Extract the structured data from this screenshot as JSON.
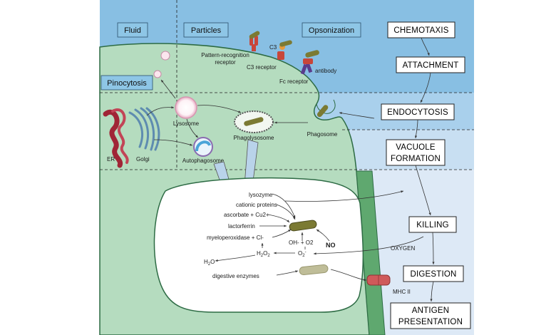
{
  "title": "",
  "colors": {
    "extracellular_top": "#88bfe3",
    "extracellular_mid": "#a9d0ec",
    "extracellular_low": "#dbe8f6",
    "cytoplasm": "#b5dcbf",
    "membrane": "#2d6b44",
    "vacuole": "#ffffff",
    "tag_fill": "#8ec6e6",
    "bacterium": "#7b7a33",
    "receptor_red": "#c8463a",
    "receptor_purple": "#5a3c8c",
    "er_red": "#a02536",
    "golgi_blue": "#5e8cb0",
    "mhc_red": "#cf5a5a"
  },
  "mechanisms": {
    "fluid": "Fluid",
    "particles": "Particles",
    "opsonization": "Opsonization",
    "pinocytosis": "Pinocytosis"
  },
  "labels": {
    "pattern_receptor_1": "Pattern-recognition",
    "pattern_receptor_2": "receptor",
    "c3": "C3",
    "c3_receptor": "C3 receptor",
    "antibody": "antibody",
    "fc_receptor": "Fc receptor",
    "lysosome": "Lysosome",
    "er": "ER",
    "golgi": "Golgi",
    "phagolysosome": "Phagolysosome",
    "autophagosome": "Autophagosome",
    "phagosome": "Phagosome",
    "mhc": "MHC II",
    "oxygen": "OXYGEN"
  },
  "vacuole_contents": {
    "lysozyme": "lysozyme",
    "cationic": "cationic proteins",
    "ascorbate": "ascorbate + Cu2+",
    "lactoferrin": "lactorferrin",
    "myeloperoxidase": "myeloperoxidase + Cl-",
    "oh_o2": "OH- + O2",
    "no": "NO",
    "h2o2": "H",
    "h2o2_sub1": "2",
    "h2o2_mid": "O",
    "h2o2_sub2": "2",
    "o2": "O",
    "o2_sub": "2",
    "o2_sup": "-",
    "h2o": "H",
    "h2o_sub": "2",
    "h2o_end": "O",
    "digestive": "digestive enzymes"
  },
  "steps": {
    "chemotaxis": "CHEMOTAXIS",
    "attachment": "ATTACHMENT",
    "endocytosis": "ENDOCYTOSIS",
    "vacuole_1": "VACUOLE",
    "vacuole_2": "FORMATION",
    "killing": "KILLING",
    "digestion": "DIGESTION",
    "antigen_1": "ANTIGEN",
    "antigen_2": "PRESENTATION"
  }
}
